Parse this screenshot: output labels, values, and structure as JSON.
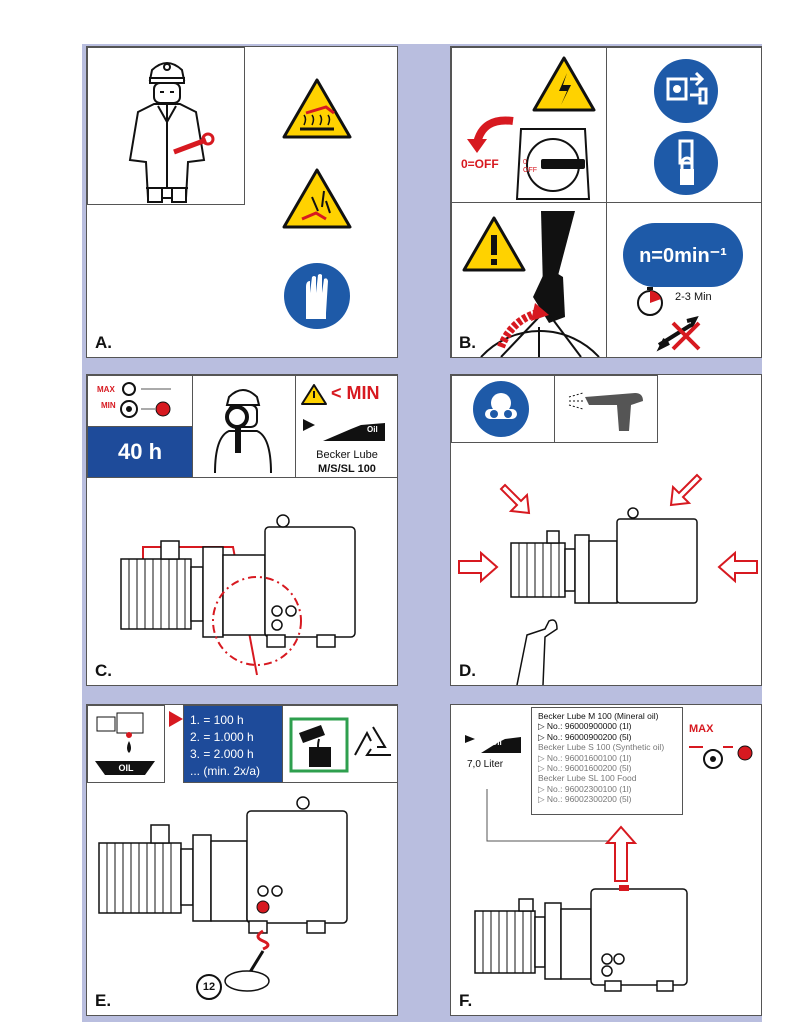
{
  "panels": {
    "a": {
      "label": "A."
    },
    "b": {
      "label": "B.",
      "switch_off": "0=OFF",
      "switch_off_knob": "0 OFF"
    },
    "c": {
      "label": "C.",
      "interval": "40 h",
      "max": "MAX",
      "min": "MIN",
      "warn_min": "< MIN",
      "oil_can": "Oil",
      "lube_line1": "Becker Lube",
      "lube_line2": "M/S/SL 100"
    },
    "d": {
      "label": "D."
    },
    "e": {
      "label": "E.",
      "oil": "OIL",
      "intervals": [
        "1. = 100 h",
        "2. = 1.000 h",
        "3. = 2.000 h",
        "... (min. 2x/a)"
      ],
      "wrench_size": "12"
    },
    "f": {
      "label": "F.",
      "oil_can": "Oil",
      "volume": "7,0 Liter",
      "max": "MAX",
      "products": [
        {
          "title": "Becker Lube M 100 (Mineral oil)",
          "items": [
            "▷ No.: 96000900000 (1l)",
            "▷ No.: 96000900200 (5l)"
          ]
        },
        {
          "title": "Becker Lube S 100 (Synthetic oil)",
          "items": [
            "▷ No.: 96001600100 (1l)",
            "▷ No.: 96001600200 (5l)"
          ]
        },
        {
          "title": "Becker Lube SL 100 Food",
          "items": [
            "▷ No.: 96002300100 (1l)",
            "▷ No.: 96002300200 (5l)"
          ]
        }
      ]
    }
  },
  "b_rotation": {
    "speed": "n=0min⁻¹",
    "time": "2-3 Min"
  },
  "colors": {
    "brand_blue": "#1e4b9a",
    "sign_blue": "#1e5aa8",
    "warning_yellow": "#ffd200",
    "alert_red": "#d71920",
    "frame": "#b9bedf"
  },
  "icons": [
    "hot-surface-warning-icon",
    "pressure-warning-icon",
    "gloves-icon",
    "electric-warning-icon",
    "unplug-icon",
    "lockout-icon",
    "general-warning-icon",
    "timer-icon",
    "no-tools-icon",
    "goggles-icon",
    "air-gun-icon",
    "recycle-icon",
    "oil-disposal-icon"
  ]
}
